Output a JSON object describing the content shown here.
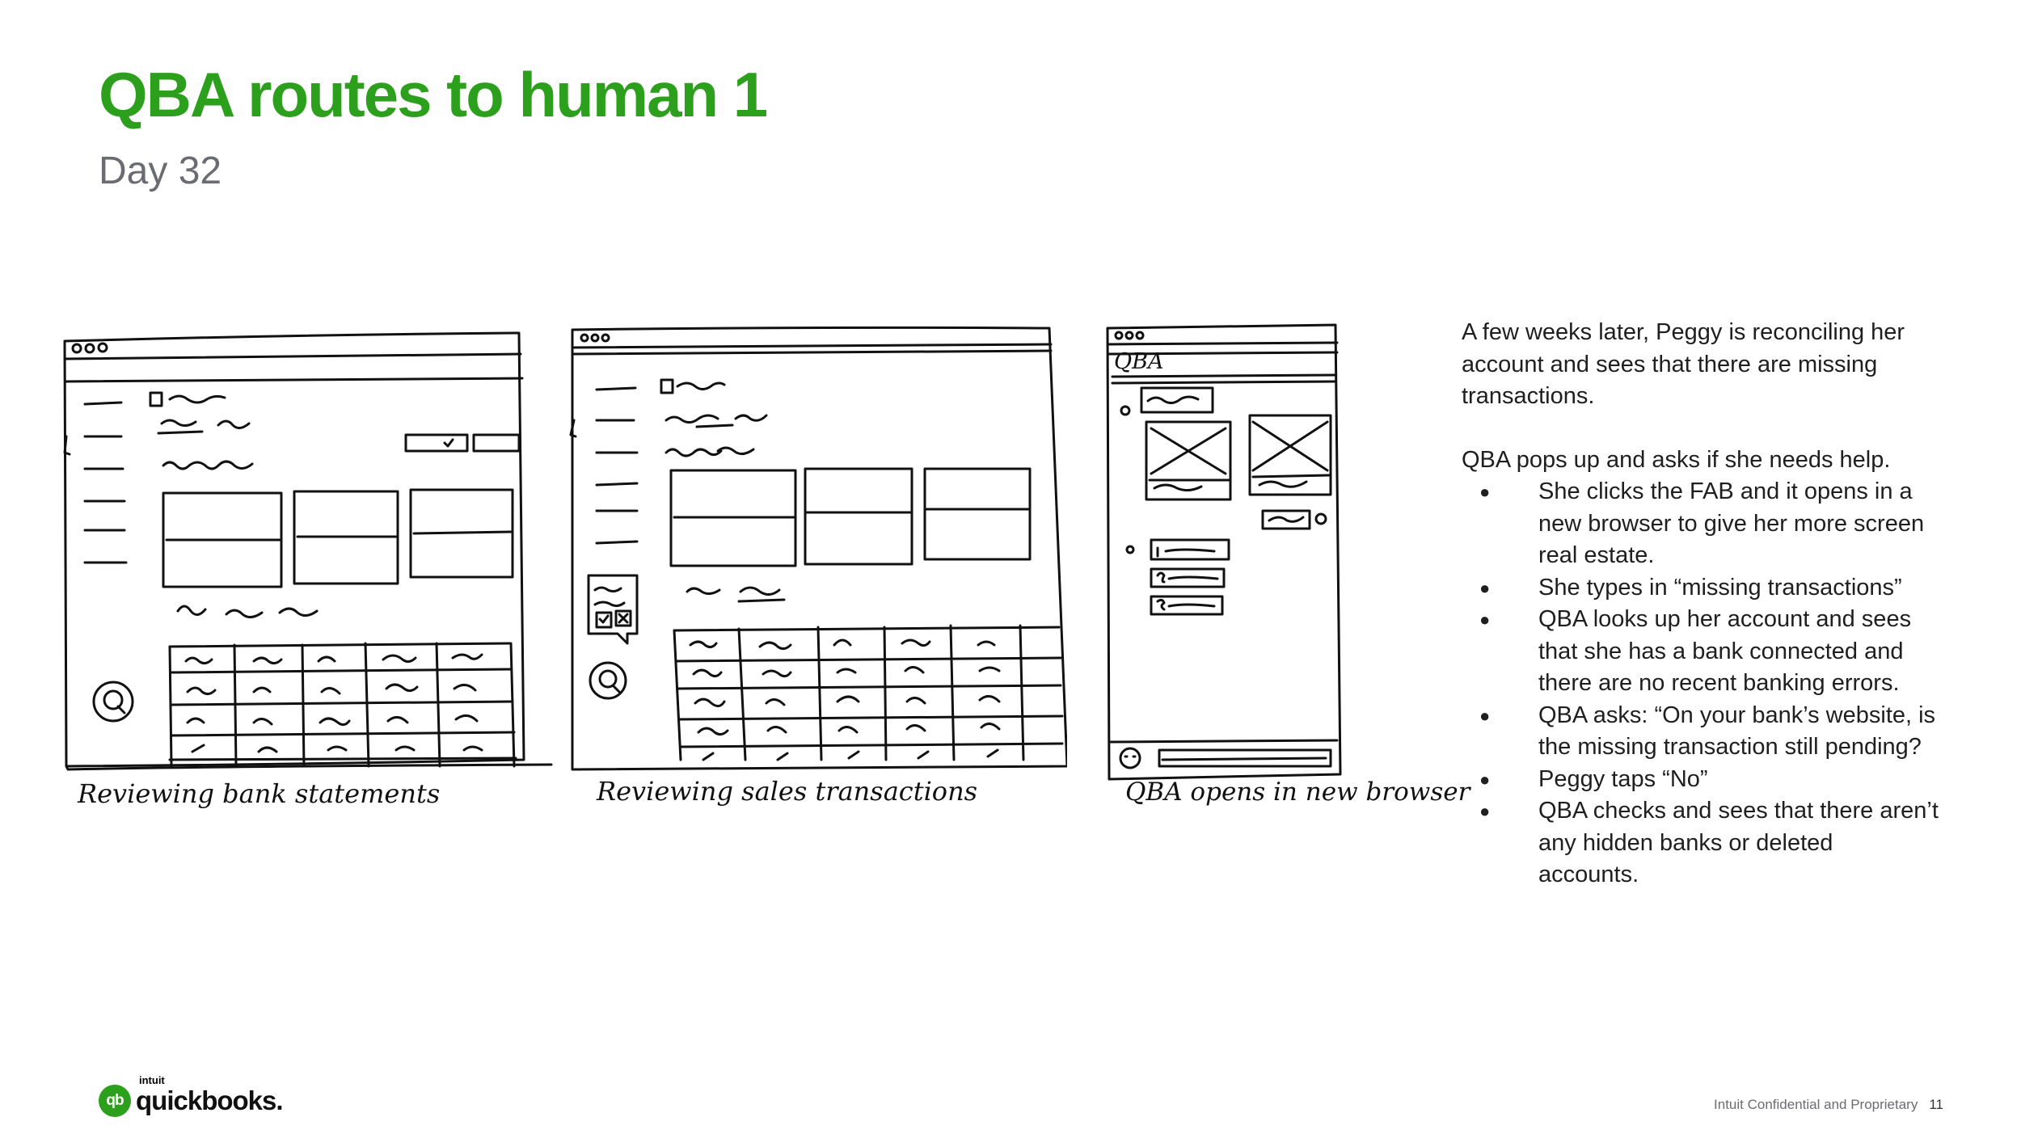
{
  "slide": {
    "title": "QBA routes to human 1",
    "subtitle": "Day 32"
  },
  "sketches": [
    {
      "caption": "Reviewing bank statements"
    },
    {
      "caption": "Reviewing sales transactions"
    },
    {
      "caption": "QBA opens in new browser",
      "header_label": "QBA"
    }
  ],
  "notes": {
    "intro": "A few weeks later, Peggy is reconciling her account and sees that there are missing transactions.",
    "lead": "QBA pops up and asks if she needs help.",
    "bullets": [
      "She clicks the FAB and it opens in a new browser to give her more screen real estate.",
      "She types in “missing transactions”",
      "QBA looks up her account and sees that she has a bank connected and there are no recent banking errors.",
      "QBA asks: “On your bank’s website, is the missing transaction still pending?",
      "Peggy taps “No”",
      "QBA checks and sees that there aren’t any hidden banks or deleted accounts."
    ],
    "bullet_glyph": "●"
  },
  "footer": {
    "logo_small": "intuit",
    "logo_word": "quickbooks.",
    "logo_mark": "qb",
    "confidential": "Intuit Confidential and Proprietary",
    "page_number": "11"
  },
  "colors": {
    "brand_green": "#2ca01c",
    "subtitle_gray": "#6b6c72",
    "ink": "#111111"
  }
}
